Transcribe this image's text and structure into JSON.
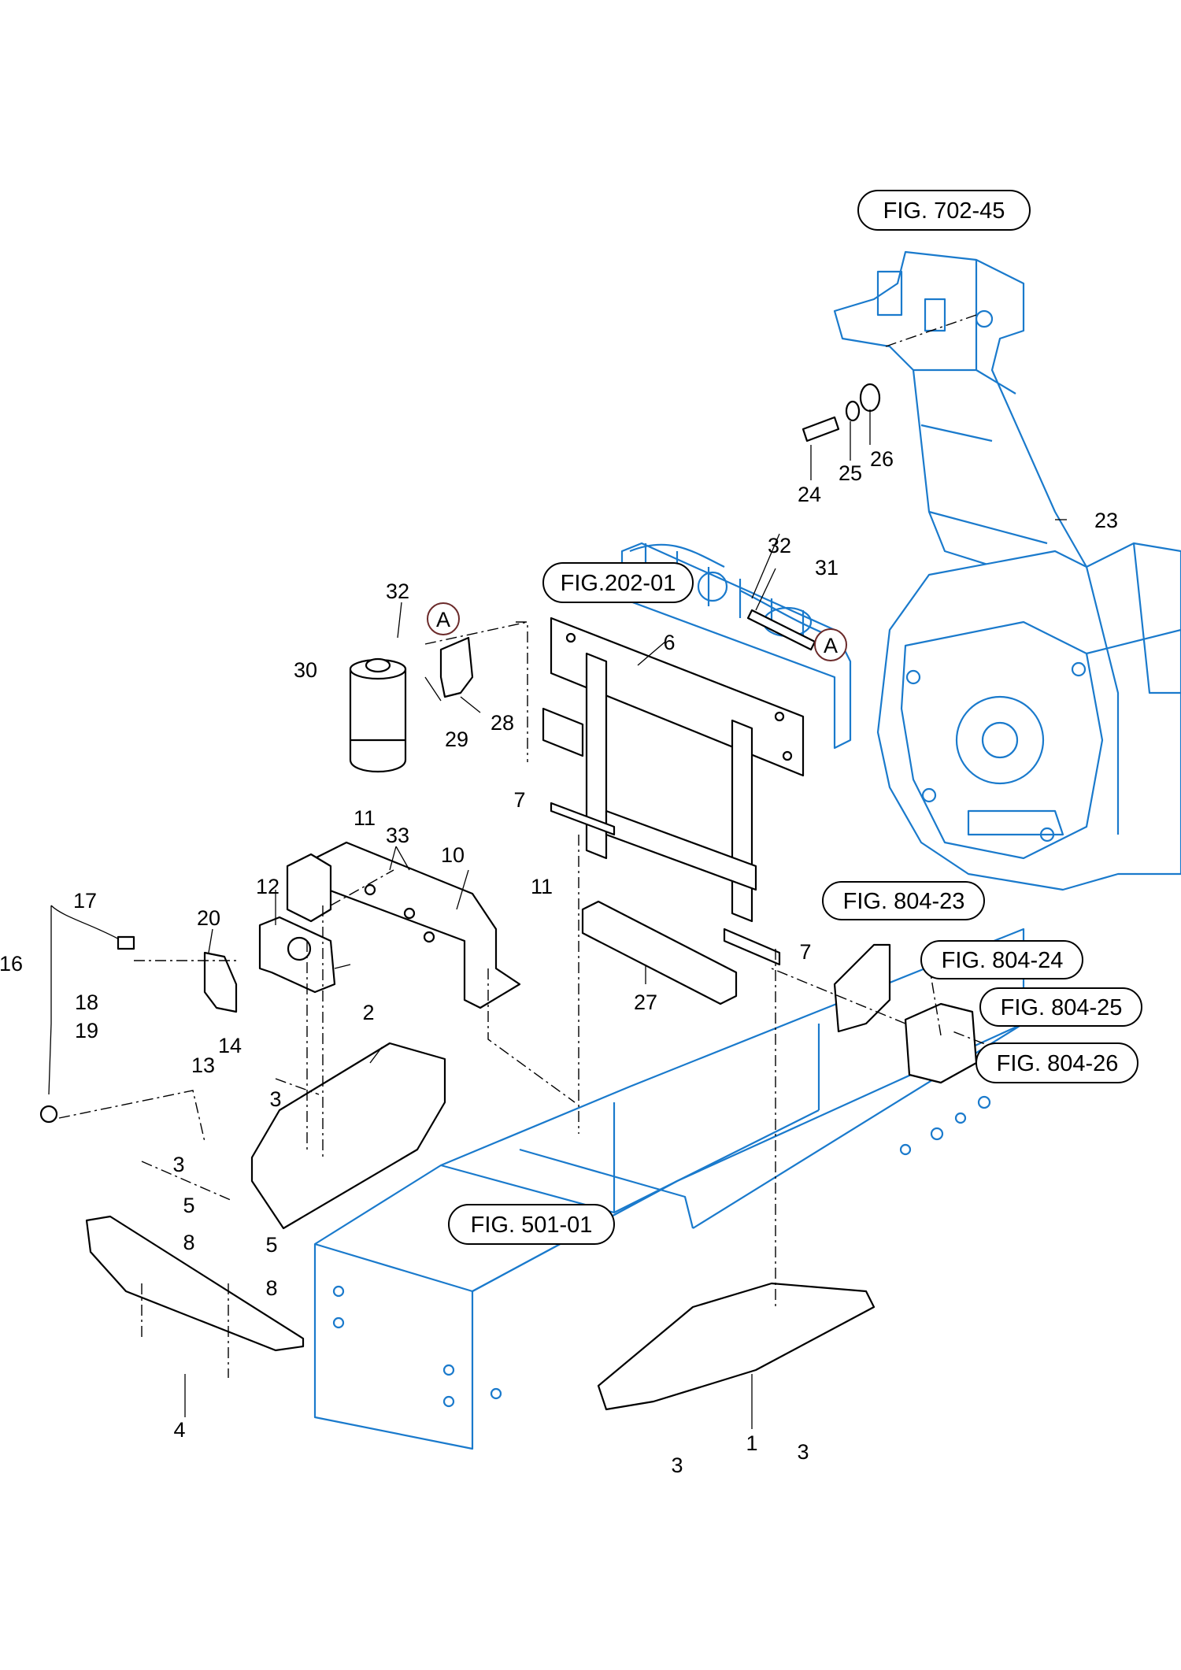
{
  "callouts": [
    {
      "id": "c1",
      "text": "1"
    },
    {
      "id": "c2",
      "text": "2"
    },
    {
      "id": "c3a",
      "text": "3"
    },
    {
      "id": "c3b",
      "text": "3"
    },
    {
      "id": "c3c",
      "text": "3"
    },
    {
      "id": "c3d",
      "text": "3"
    },
    {
      "id": "c4",
      "text": "4"
    },
    {
      "id": "c5a",
      "text": "5"
    },
    {
      "id": "c5b",
      "text": "5"
    },
    {
      "id": "c6",
      "text": "6"
    },
    {
      "id": "c7a",
      "text": "7"
    },
    {
      "id": "c7b",
      "text": "7"
    },
    {
      "id": "c8a",
      "text": "8"
    },
    {
      "id": "c8b",
      "text": "8"
    },
    {
      "id": "c10",
      "text": "10"
    },
    {
      "id": "c11a",
      "text": "11"
    },
    {
      "id": "c11b",
      "text": "11"
    },
    {
      "id": "c12",
      "text": "12"
    },
    {
      "id": "c13",
      "text": "13"
    },
    {
      "id": "c14",
      "text": "14"
    },
    {
      "id": "c16",
      "text": "16"
    },
    {
      "id": "c17",
      "text": "17"
    },
    {
      "id": "c18",
      "text": "18"
    },
    {
      "id": "c19",
      "text": "19"
    },
    {
      "id": "c20",
      "text": "20"
    },
    {
      "id": "c23",
      "text": "23"
    },
    {
      "id": "c24",
      "text": "24"
    },
    {
      "id": "c25",
      "text": "25"
    },
    {
      "id": "c26",
      "text": "26"
    },
    {
      "id": "c27",
      "text": "27"
    },
    {
      "id": "c28",
      "text": "28"
    },
    {
      "id": "c29",
      "text": "29"
    },
    {
      "id": "c30",
      "text": "30"
    },
    {
      "id": "c31",
      "text": "31"
    },
    {
      "id": "c32a",
      "text": "32"
    },
    {
      "id": "c32b",
      "text": "32"
    },
    {
      "id": "c33",
      "text": "33"
    }
  ],
  "figure_refs": [
    {
      "id": "fig70245",
      "text": "FIG. 702-45"
    },
    {
      "id": "fig20201",
      "text": "FIG.202-01"
    },
    {
      "id": "fig80423",
      "text": "FIG. 804-23"
    },
    {
      "id": "fig80424",
      "text": "FIG. 804-24"
    },
    {
      "id": "fig80425",
      "text": "FIG. 804-25"
    },
    {
      "id": "fig80426",
      "text": "FIG. 804-26"
    },
    {
      "id": "fig50101",
      "text": "FIG. 501-01"
    }
  ],
  "connection_markers": [
    {
      "id": "markerA1",
      "text": "A"
    },
    {
      "id": "markerA2",
      "text": "A"
    }
  ],
  "colors": {
    "ink": "#000000",
    "reference_parts": "#1a7acc",
    "marker_ring": "#6b2a2a"
  }
}
